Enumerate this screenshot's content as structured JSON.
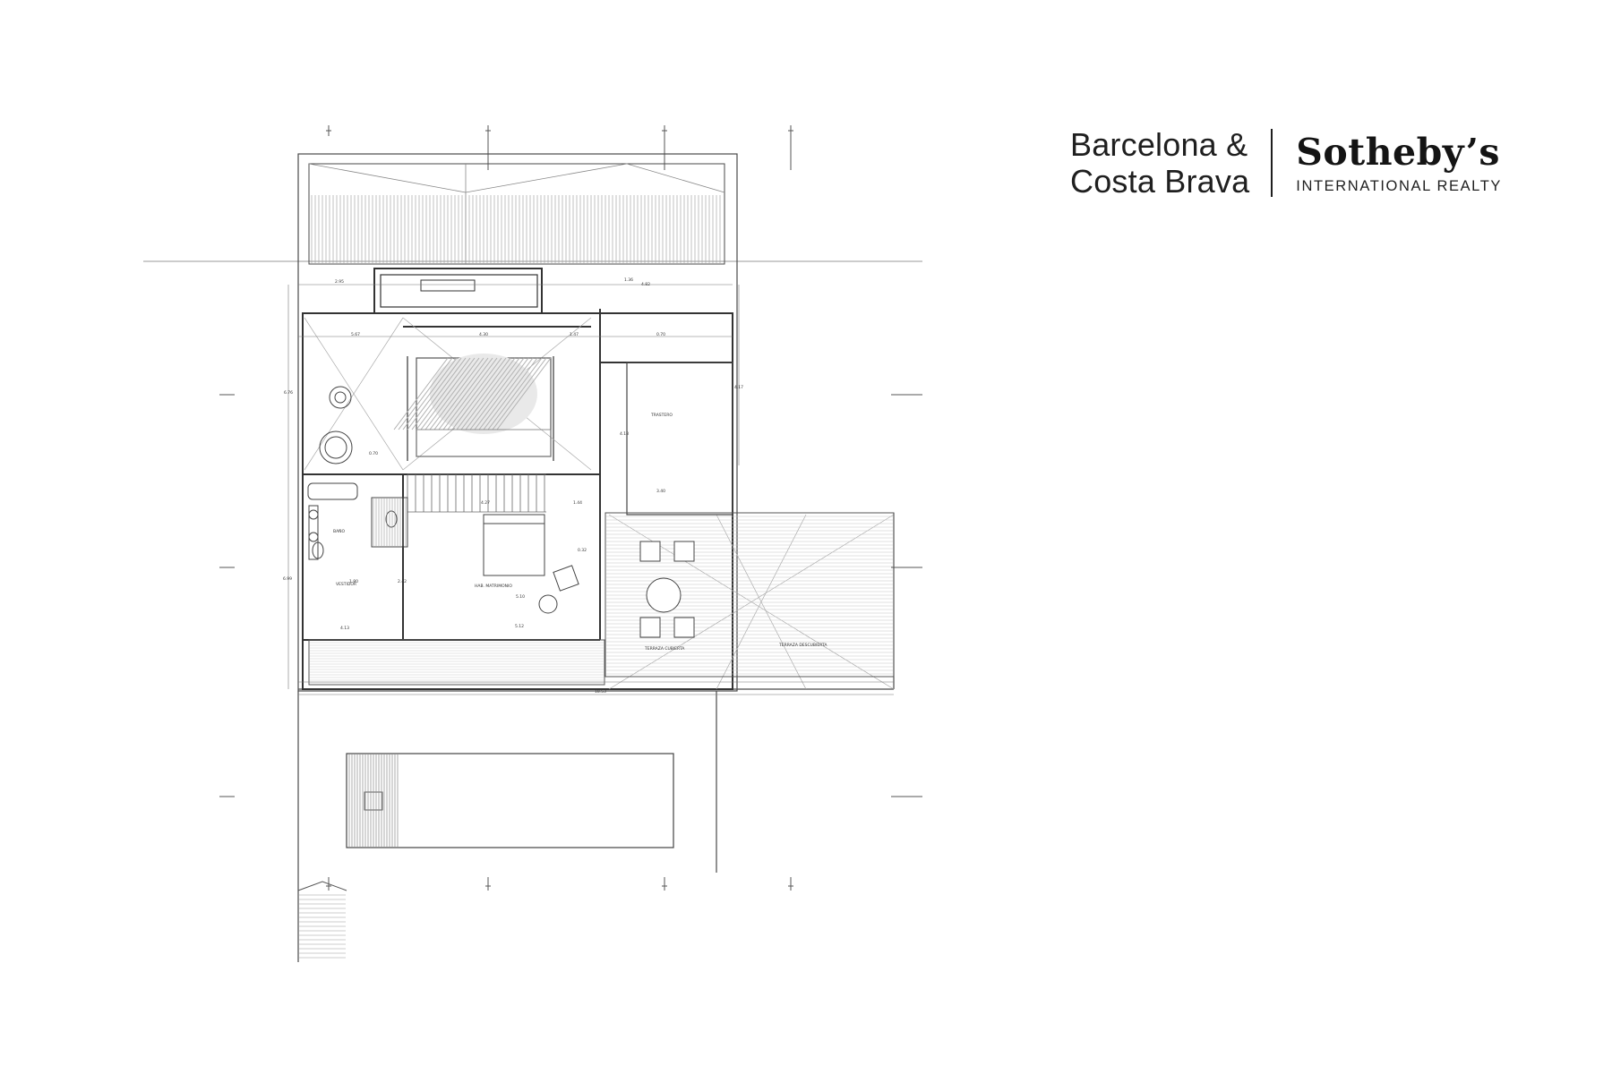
{
  "logo": {
    "line1": "Barcelona &",
    "line2": "Costa Brava",
    "brand": "Sotheby’s",
    "tagline": "INTERNATIONAL REALTY"
  },
  "plan": {
    "dimensions": [
      "2.95",
      "4.30",
      "1.36",
      "4.82",
      "5.67",
      "1.47",
      "0.70",
      "6.76",
      "4.18",
      "4.17",
      "3.40",
      "6.99",
      "18.53",
      "0.32",
      "5.12",
      "4.27",
      "1.44",
      "1.80",
      "2.42",
      "4.13",
      "0.70",
      "5.10"
    ],
    "room_labels": [
      "TRASTERO",
      "HAB. MATRIMONIO",
      "VESTIDOR",
      "BAÑO",
      "TERRAZA CUBIERTA",
      "TERRAZA DESCUBIERTA"
    ]
  },
  "colors": {
    "line": "#4a4a4a",
    "light": "#9a9a9a",
    "hatch": "#b5b5b5",
    "text": "#1f1f1f"
  }
}
